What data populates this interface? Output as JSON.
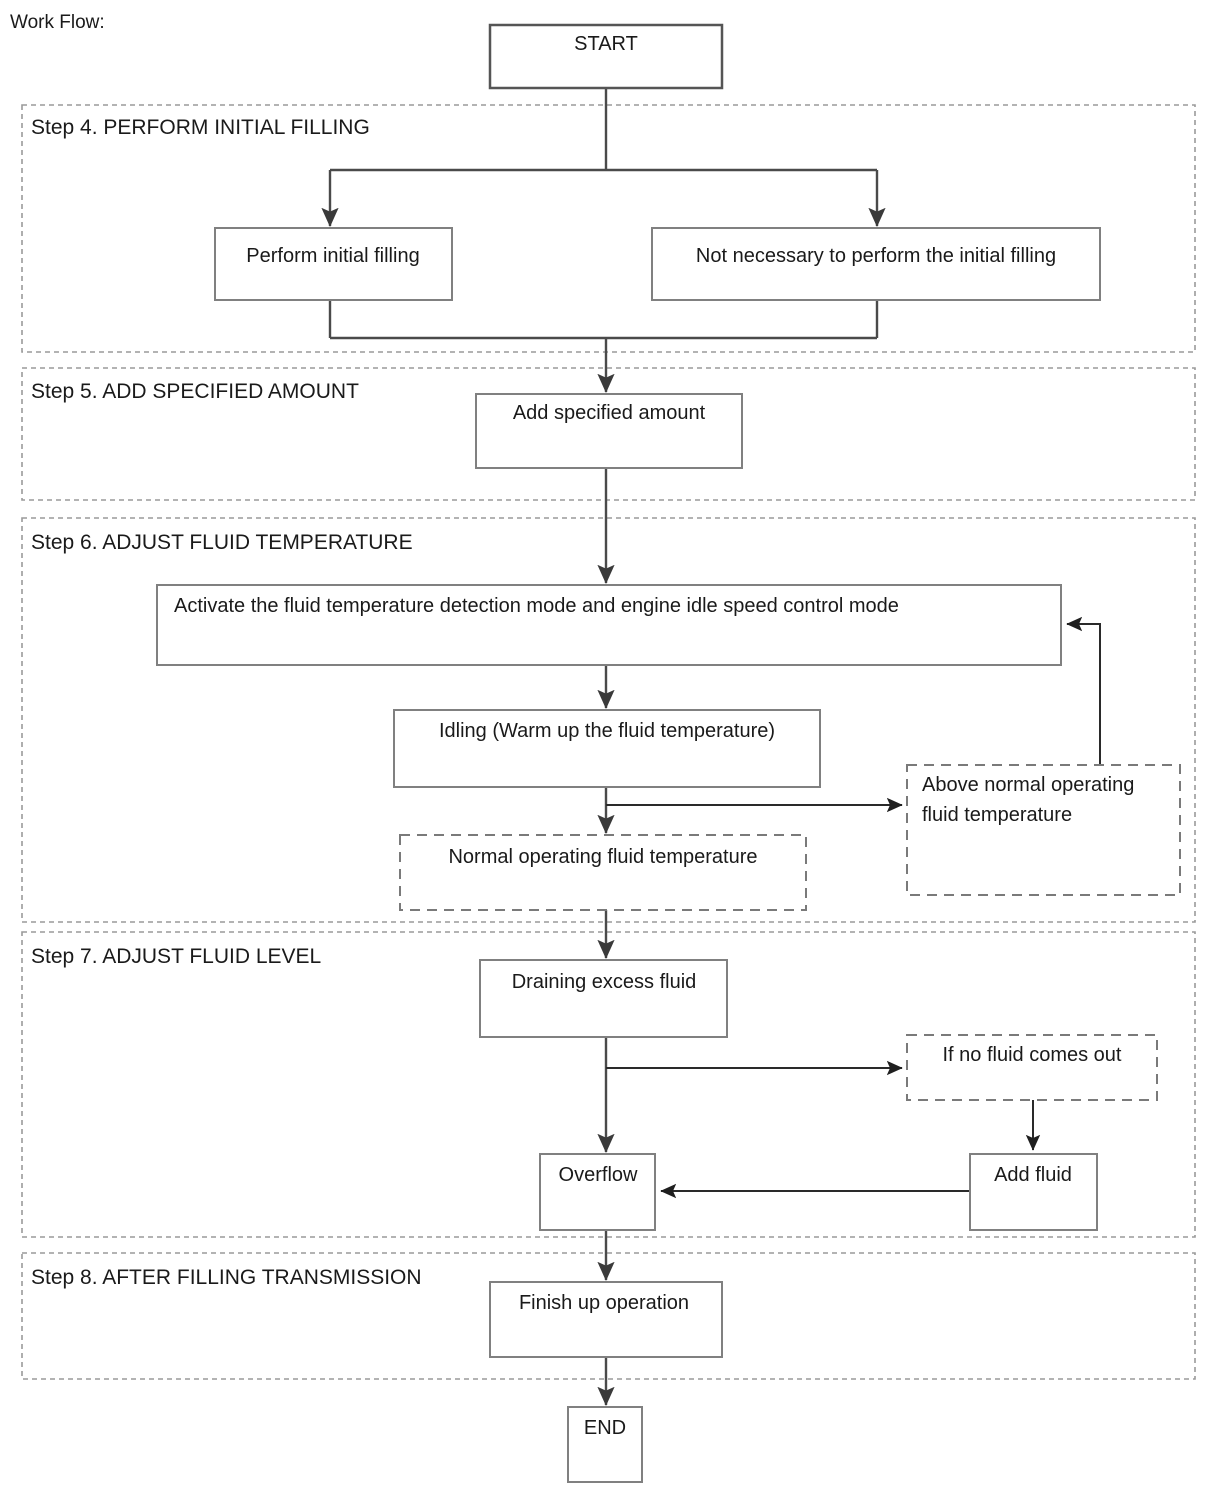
{
  "diagram": {
    "title": "Work Flow:",
    "type": "flowchart",
    "terminators": {
      "start": "START",
      "end": "END"
    },
    "steps": [
      {
        "id": "step4",
        "label": "Step 4. PERFORM INITIAL FILLING",
        "nodes": [
          {
            "id": "perform-initial-filling",
            "text": "Perform initial filling",
            "style": "solid"
          },
          {
            "id": "not-necessary-initial-filling",
            "text": "Not necessary to perform the initial filling",
            "style": "solid"
          }
        ]
      },
      {
        "id": "step5",
        "label": "Step 5. ADD SPECIFIED AMOUNT",
        "nodes": [
          {
            "id": "add-specified-amount",
            "text": "Add specified amount",
            "style": "solid"
          }
        ]
      },
      {
        "id": "step6",
        "label": "Step 6. ADJUST FLUID TEMPERATURE",
        "nodes": [
          {
            "id": "activate-detection-mode",
            "text": "Activate the fluid temperature detection mode and engine idle speed control mode",
            "style": "solid"
          },
          {
            "id": "idling-warm-up",
            "text": "Idling (Warm up the fluid temperature)",
            "style": "solid"
          },
          {
            "id": "normal-operating-fluid-temperature",
            "text": "Normal operating fluid temperature",
            "style": "dashed"
          },
          {
            "id": "above-normal-operating-line1",
            "text": "Above normal operating",
            "style": "dashed"
          },
          {
            "id": "above-normal-operating-line2",
            "text": "fluid temperature",
            "style": "dashed"
          }
        ]
      },
      {
        "id": "step7",
        "label": "Step 7. ADJUST FLUID LEVEL",
        "nodes": [
          {
            "id": "draining-excess-fluid",
            "text": "Draining excess fluid",
            "style": "solid"
          },
          {
            "id": "if-no-fluid-comes-out",
            "text": "If no fluid comes out",
            "style": "dashed"
          },
          {
            "id": "overflow",
            "text": "Overflow",
            "style": "solid"
          },
          {
            "id": "add-fluid",
            "text": "Add fluid",
            "style": "solid"
          }
        ]
      },
      {
        "id": "step8",
        "label": "Step 8. AFTER FILLING TRANSMISSION",
        "nodes": [
          {
            "id": "finish-up-operation",
            "text": "Finish up operation",
            "style": "solid"
          }
        ]
      }
    ],
    "colors": {
      "background": "#ffffff",
      "text": "#1a1a1a",
      "box_border": "#808080",
      "dashed_border": "#7a7a7a",
      "connector": "#4a4a4a",
      "container_border": "#9a9a9a"
    }
  }
}
